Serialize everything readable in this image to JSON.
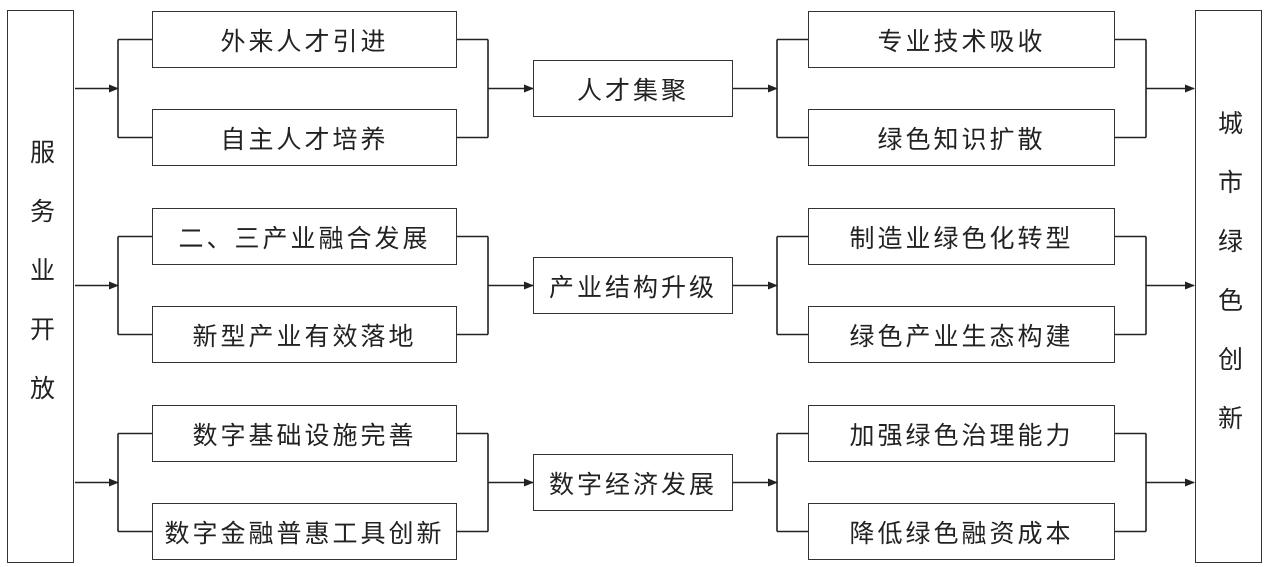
{
  "left_label": "服务业开放",
  "right_label": "城市绿色创新",
  "groups": [
    {
      "inputs": [
        "外来人才引进",
        "自主人才培养"
      ],
      "center": "人才集聚",
      "outputs": [
        "专业技术吸收",
        "绿色知识扩散"
      ]
    },
    {
      "inputs": [
        "二、三产业融合发展",
        "新型产业有效落地"
      ],
      "center": "产业结构升级",
      "outputs": [
        "制造业绿色化转型",
        "绿色产业生态构建"
      ]
    },
    {
      "inputs": [
        "数字基础设施完善",
        "数字金融普惠工具创新"
      ],
      "center": "数字经济发展",
      "outputs": [
        "加强绿色治理能力",
        "降低绿色融资成本"
      ]
    }
  ]
}
